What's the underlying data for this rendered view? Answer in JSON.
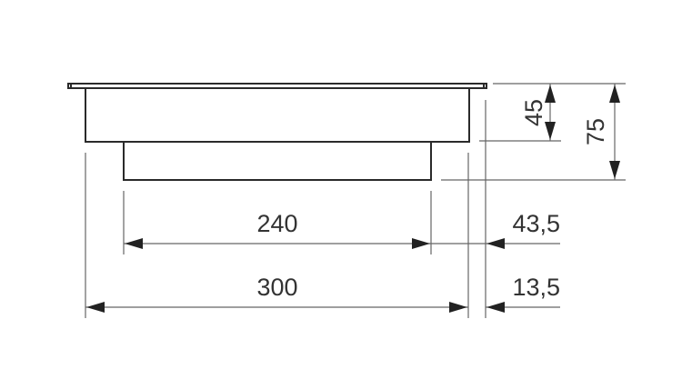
{
  "drawing": {
    "dimensions": {
      "inner_width": "240",
      "outer_width": "300",
      "inner_offset": "43,5",
      "outer_offset": "13,5",
      "body_height": "45",
      "total_height": "75"
    },
    "colors": {
      "line": "#2a2a2a",
      "dimension": "#666666"
    }
  }
}
